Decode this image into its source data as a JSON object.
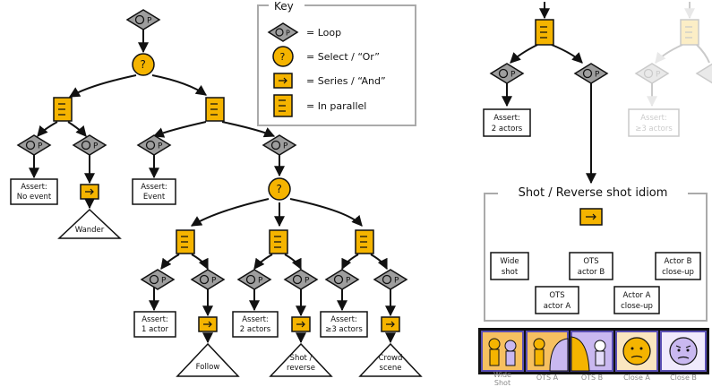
{
  "key": {
    "title": "Key",
    "loop": "= Loop",
    "select": "= Select / “Or”",
    "series": "= Series / “And”",
    "parallel": "= In parallel"
  },
  "left_tree": {
    "assert_no_event": [
      "Assert:",
      "No event"
    ],
    "wander": "Wander",
    "assert_event": [
      "Assert:",
      "Event"
    ],
    "assert_1_actor": [
      "Assert:",
      "1 actor"
    ],
    "follow": "Follow",
    "assert_2_actors": [
      "Assert:",
      "2 actors"
    ],
    "shot_reverse": [
      "Shot /",
      "reverse"
    ],
    "assert_3_actors": [
      "Assert:",
      "≥3 actors"
    ],
    "crowd_scene": [
      "Crowd",
      "scene"
    ]
  },
  "right_tree": {
    "assert_2_actors": [
      "Assert:",
      "2 actors"
    ],
    "faded_assert": [
      "Assert:",
      "≥3 actors"
    ],
    "idiom_title": "Shot / Reverse shot idiom",
    "wide_shot": [
      "Wide",
      "shot"
    ],
    "ots_a": [
      "OTS",
      "actor A"
    ],
    "ots_b": [
      "OTS",
      "actor B"
    ],
    "close_a": [
      "Actor A",
      "close-up"
    ],
    "close_b": [
      "Actor B",
      "close-up"
    ]
  },
  "storyboard": {
    "captions": [
      [
        "Wide",
        "Shot"
      ],
      [
        "OTS A"
      ],
      [
        "OTS B"
      ],
      [
        "Close A"
      ],
      [
        "Close B"
      ]
    ]
  },
  "colors": {
    "orange": "#f5b400",
    "gray": "#9e9e9e",
    "frame_bg": "#f6c060",
    "frame_border": "#5a4fb3"
  }
}
